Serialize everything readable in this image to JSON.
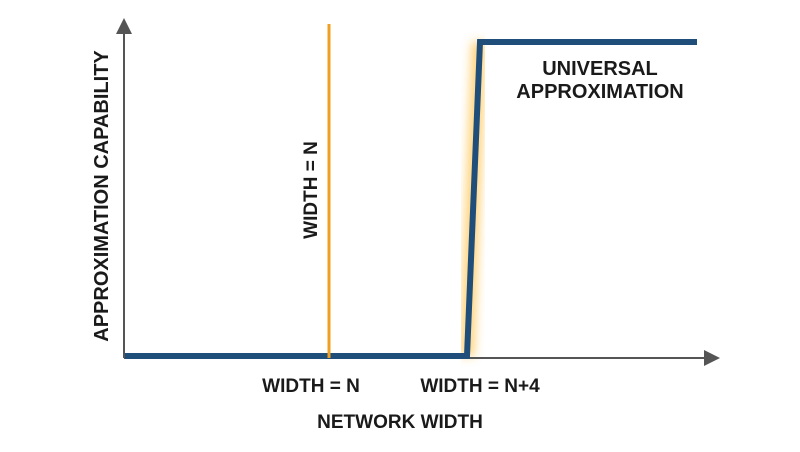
{
  "chart_data": {
    "type": "line",
    "xlabel": "NETWORK WIDTH",
    "ylabel": "APPROXIMATION CAPABILITY",
    "x_ticks": [
      "WIDTH = N",
      "WIDTH = N+4"
    ],
    "vertical_marker_label": "WIDTH = N",
    "annotation": [
      "UNIVERSAL",
      "APPROXIMATION"
    ],
    "grid": false,
    "legend": "none"
  },
  "colors": {
    "curve": "#1f4e7a",
    "marker": "#f0a020",
    "glow": "#ffc24a",
    "axis": "#555555",
    "text": "#1a1a1a"
  }
}
